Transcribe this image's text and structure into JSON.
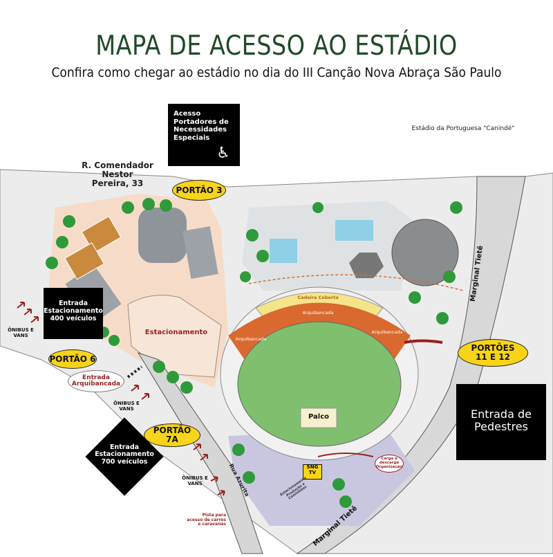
{
  "header": {
    "title": "MAPA DE ACESSO AO ESTÁDIO",
    "subtitle": "Confira como chegar ao estádio no dia do III Canção Nova Abraça São Paulo"
  },
  "map": {
    "venue_label": "Estádio da Portuguesa \"Canindé\"",
    "street_address": [
      "R. Comendador Nestor",
      "Pereira, 33"
    ],
    "accessibility_box": {
      "lines": [
        "Acesso",
        "Portadores de",
        "Necessidades",
        "Especiais"
      ],
      "icon": "wheelchair-icon"
    },
    "gates": {
      "portao_3": "PORTÃO 3",
      "portao_6": "PORTÃO 6",
      "portao_7a": [
        "PORTÃO",
        "7A"
      ],
      "portoes_11_12": [
        "PORTÕES",
        "11 E 12"
      ]
    },
    "parking_400": [
      "Entrada",
      "Estacionamento",
      "400 veículos"
    ],
    "parking_700": [
      "Entrada",
      "Estacionamento",
      "700 veículos"
    ],
    "pedestrian_entrance": [
      "Entrada de",
      "Pedestres"
    ],
    "entrada_arquibancada": [
      "Entrada",
      "Arquibancada"
    ],
    "estacionamento": "Estacionamento",
    "bus_label": [
      "ÔNIBUS E",
      "VANS"
    ],
    "pista": [
      "Pista para",
      "acesso de carros",
      "e caravanas"
    ],
    "stadium": {
      "cadeira_coberta": "Cadeira Coberta",
      "arquibancada": "Arquibancada",
      "palco": "Palco"
    },
    "sng_tv": [
      "SNG",
      "TV"
    ],
    "carga": [
      "Carga e",
      "descarga",
      "Organização"
    ],
    "estacionamento_producao": [
      "Estacionamento",
      "Produção e",
      "Caminhões"
    ],
    "roads": {
      "marginal": "Marginal Tietê",
      "rua_azurita": "Rua Azurita"
    },
    "colors": {
      "title_green": "#1e4a26",
      "gate_yellow": "#f7d417",
      "arrow_red": "#9a1f1f",
      "field_green": "#7fbf6e",
      "stands_orange": "#d9692e",
      "covered_yellow": "#f4e58a",
      "parking_beige": "#f6dcc8"
    }
  }
}
